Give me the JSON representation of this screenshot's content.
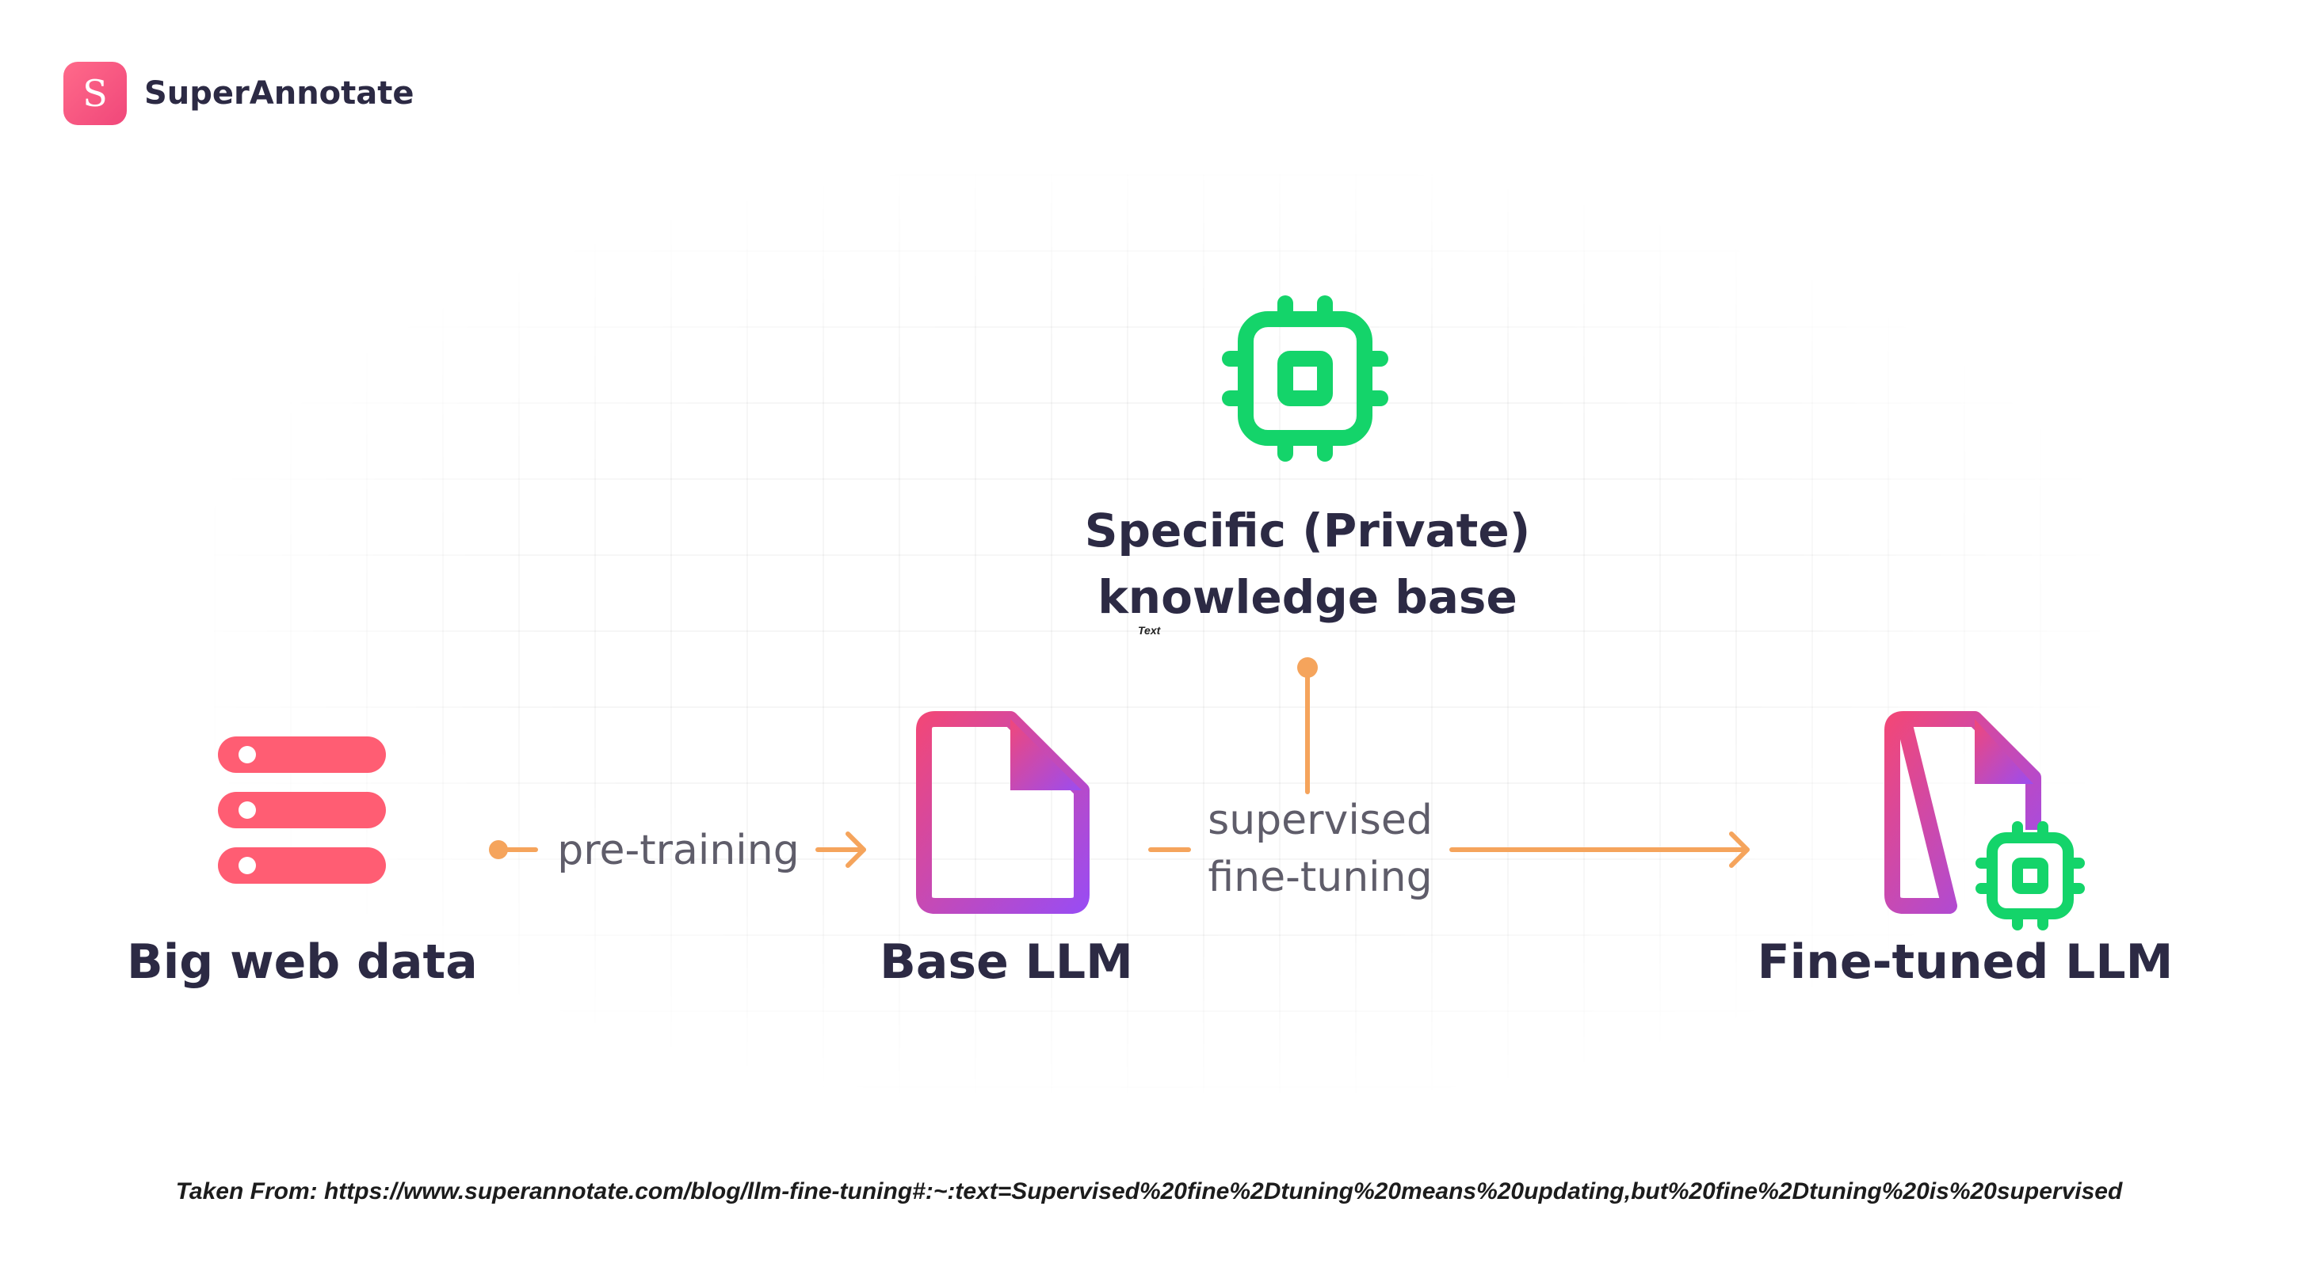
{
  "brand": {
    "name": "SuperAnnotate",
    "logo_letter": "S"
  },
  "nodes": {
    "knowledge": {
      "line1": "Specific (Private)",
      "line2": "knowledge base",
      "icon": "chip-icon"
    },
    "web": {
      "label": "Big web data",
      "icon": "database-icon"
    },
    "base": {
      "label": "Base LLM",
      "icon": "document-icon"
    },
    "finetuned": {
      "label": "Fine-tuned LLM",
      "icon": "document-chip-icon"
    }
  },
  "edges": {
    "pretraining": "pre-training",
    "supervised_line1": "supervised",
    "supervised_line2": "fine-tuning"
  },
  "annotation": "Text",
  "footer": "Taken From: https://www.superannotate.com/blog/llm-fine-tuning#:~:text=Supervised%20fine%2Dtuning%20means%20updating,but%20fine%2Dtuning%20is%20supervised",
  "colors": {
    "green": "#14d46a",
    "pink_red": "#ff5d73",
    "orange": "#f5a45c",
    "text_dark": "#2c2a44",
    "gradient_start": "#f0477a",
    "gradient_end": "#9b4cf0"
  }
}
